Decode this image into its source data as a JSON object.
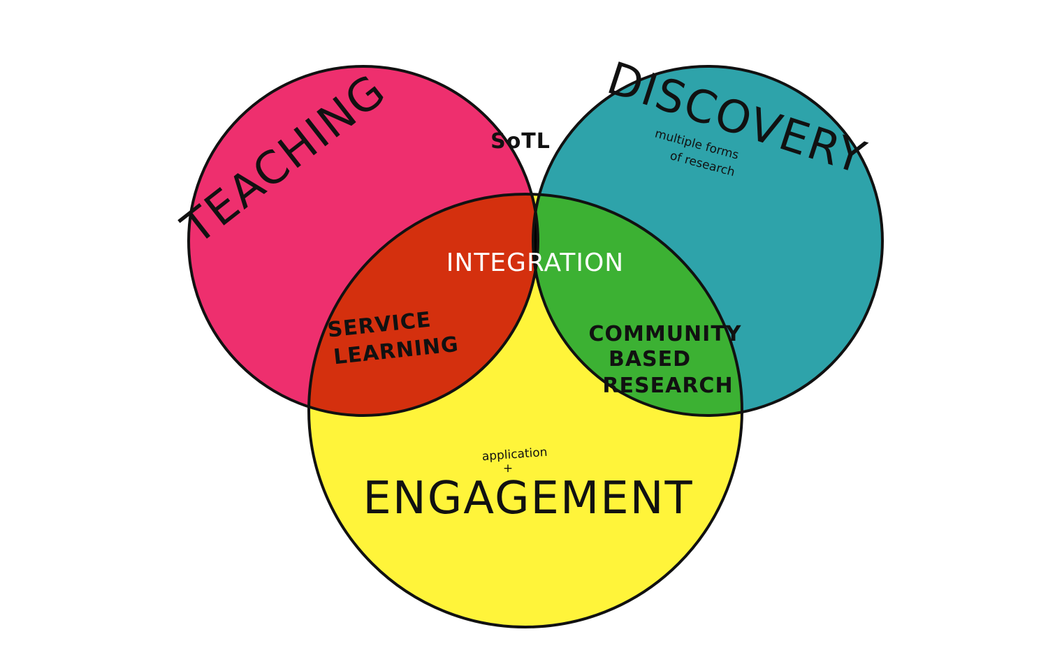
{
  "circles": {
    "teaching": {
      "label": "TEACHING",
      "color": "#ee2f6e"
    },
    "discovery": {
      "label": "DISCOVERY",
      "sublabel_line1": "multiple forms",
      "sublabel_line2": "of research",
      "color": "#2ea3aa"
    },
    "engagement": {
      "label": "ENGAGEMENT",
      "sublabel_line1": "application",
      "sublabel_line2": "+",
      "color": "#fff43a"
    }
  },
  "overlaps": {
    "teaching_discovery": {
      "label": "SoTL",
      "color": "#2080d8"
    },
    "teaching_engagement": {
      "label_line1": "SERVICE",
      "label_line2": "LEARNING",
      "color": "#d4300e"
    },
    "discovery_engagement": {
      "label_line1": "COMMUNITY",
      "label_line2": "BASED",
      "label_line3": "RESEARCH",
      "color": "#3cb133"
    },
    "center": {
      "label": "INTEGRATION",
      "color": "#000000"
    }
  }
}
